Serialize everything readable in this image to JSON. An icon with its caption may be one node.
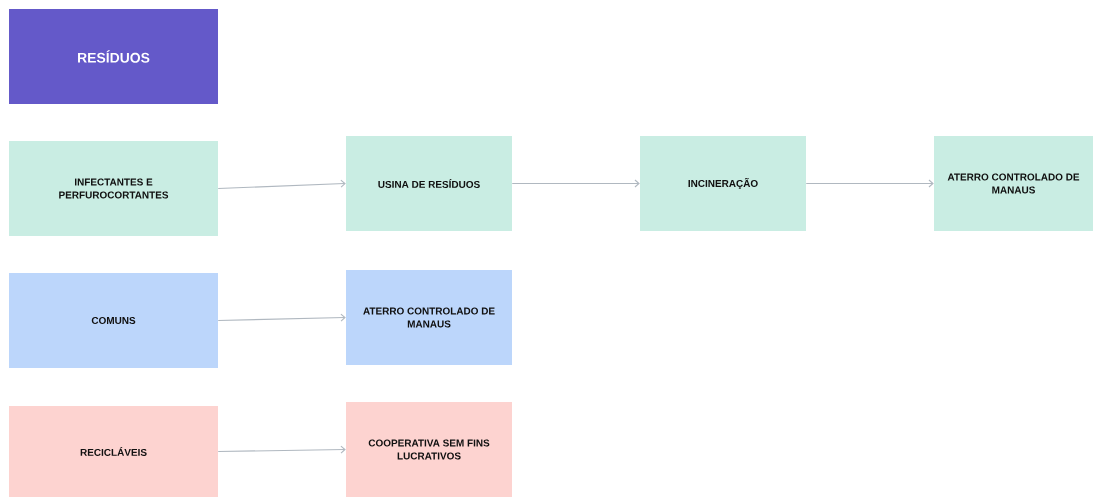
{
  "diagram": {
    "nodes": [
      {
        "text": [
          "RESÍDUOS"
        ]
      },
      {
        "text": [
          "INFECTANTES E PERFUROCORTANTES"
        ]
      },
      {
        "text": [
          "USINA DE RESÍDUOS"
        ]
      },
      {
        "text": [
          "INCINERAÇÃO"
        ]
      },
      {
        "text": [
          "ATERRO CONTROLADO DE MANAUS"
        ]
      },
      {
        "text": [
          "COMUNS"
        ]
      },
      {
        "text": [
          "ATERRO CONTROLADO DE MANAUS"
        ]
      },
      {
        "text": [
          "RECICLÁVEIS"
        ]
      },
      {
        "text": [
          "COOPERATIVA SEM FINS LUCRATIVOS"
        ]
      }
    ],
    "edges": [
      {
        "from": 1,
        "to": 2,
        "arrow": "to"
      },
      {
        "from": 2,
        "to": 3,
        "arrow": "to"
      },
      {
        "from": 3,
        "to": 4,
        "arrow": "to"
      },
      {
        "from": 5,
        "to": 6,
        "arrow": "to"
      },
      {
        "from": 7,
        "to": 8,
        "arrow": "to"
      }
    ]
  }
}
